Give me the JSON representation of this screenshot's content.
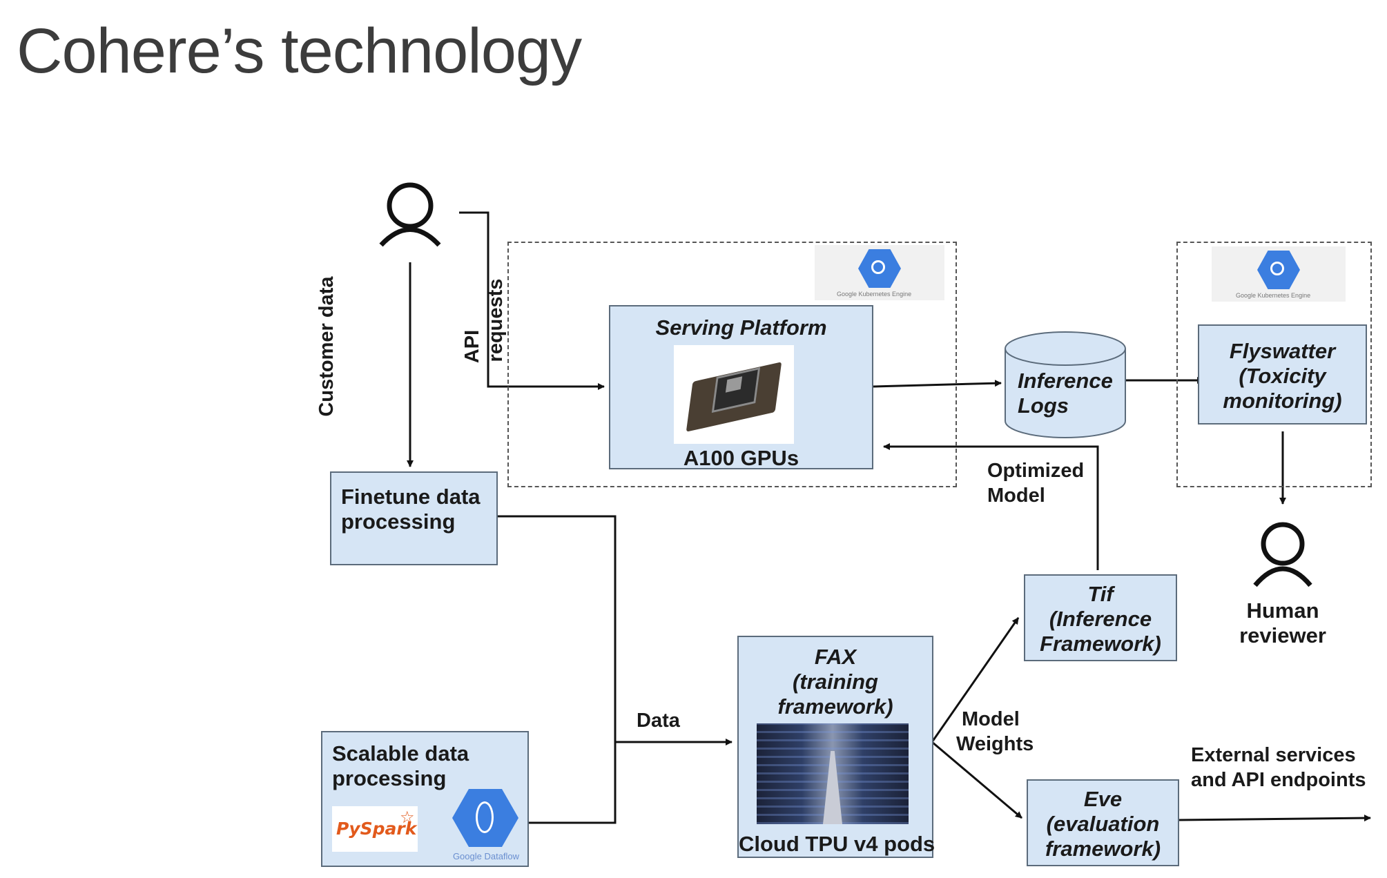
{
  "slide": {
    "title": "Cohere’s technology"
  },
  "icons": {
    "user": "user-icon",
    "gke": "google-kubernetes-engine-logo",
    "dataflow": "google-dataflow-logo",
    "pyspark": "pyspark-logo"
  },
  "nodes": {
    "serving": {
      "title": "Serving Platform",
      "caption": "A100 GPUs"
    },
    "inference_logs": {
      "line1": "Inference",
      "line2": "Logs"
    },
    "flyswatter": {
      "line1": "Flyswatter",
      "line2": "(Toxicity",
      "line3": "monitoring)"
    },
    "finetune": {
      "line1": "Finetune data",
      "line2": "processing"
    },
    "scalable": {
      "line1": "Scalable data",
      "line2": "processing",
      "pyspark": "PySpark",
      "dataflow": "Google Dataflow"
    },
    "fax": {
      "line1": "FAX",
      "line2": "(training",
      "line3": "framework)",
      "caption": "Cloud TPU v4 pods"
    },
    "tif": {
      "line1": "Tif",
      "line2": "(Inference",
      "line3": "Framework)"
    },
    "eve": {
      "line1": "Eve",
      "line2": "(evaluation",
      "line3": "framework)"
    },
    "human": {
      "line1": "Human",
      "line2": "reviewer"
    }
  },
  "edges": {
    "customer_data": "Customer  data",
    "api": "API",
    "requests": "requests",
    "data": "Data",
    "optimized1": "Optimized",
    "optimized2": "Model",
    "weights1": "Model",
    "weights2": "Weights",
    "external1": "External services",
    "external2": "and API endpoints"
  },
  "gke_label": "Google Kubernetes Engine",
  "colors": {
    "box_fill": "#d6e5f5",
    "box_border": "#5b6b7b",
    "gke_blue": "#3b7ee0",
    "title": "#3c3c3c"
  }
}
